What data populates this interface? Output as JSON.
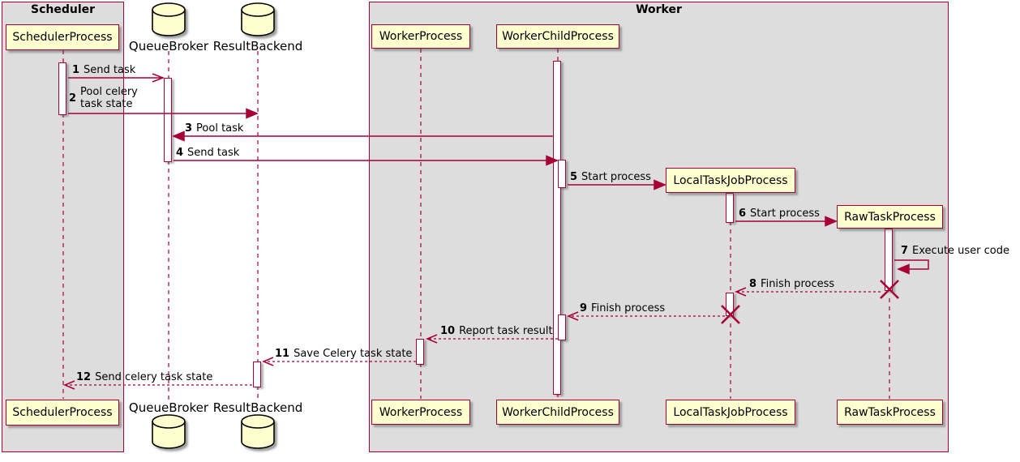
{
  "diagram": {
    "type": "sequence-diagram",
    "frames": [
      {
        "title": "Scheduler"
      },
      {
        "title": "Worker"
      }
    ],
    "participants": [
      {
        "name": "SchedulerProcess",
        "kind": "participant",
        "frame": "Scheduler"
      },
      {
        "name": "QueueBroker",
        "kind": "database",
        "frame": null
      },
      {
        "name": "ResultBackend",
        "kind": "database",
        "frame": null
      },
      {
        "name": "WorkerProcess",
        "kind": "participant",
        "frame": "Worker"
      },
      {
        "name": "WorkerChildProcess",
        "kind": "participant",
        "frame": "Worker"
      },
      {
        "name": "LocalTaskJobProcess",
        "kind": "participant",
        "frame": "Worker",
        "created_during_sequence": true,
        "destroyed": true
      },
      {
        "name": "RawTaskProcess",
        "kind": "participant",
        "frame": "Worker",
        "created_during_sequence": true,
        "destroyed": true
      }
    ],
    "messages": [
      {
        "num": "1",
        "label": "Send task",
        "from": "SchedulerProcess",
        "to": "QueueBroker",
        "line": "solid",
        "head": "open"
      },
      {
        "num": "2",
        "label": "Pool celery\ntask state",
        "from": "SchedulerProcess",
        "to": "ResultBackend",
        "line": "solid",
        "head": "filled"
      },
      {
        "num": "3",
        "label": "Pool task",
        "from": "WorkerChildProcess",
        "to": "QueueBroker",
        "line": "solid",
        "head": "filled"
      },
      {
        "num": "4",
        "label": "Send task",
        "from": "QueueBroker",
        "to": "WorkerChildProcess",
        "line": "solid",
        "head": "filled"
      },
      {
        "num": "5",
        "label": "Start process",
        "from": "WorkerChildProcess",
        "to": "LocalTaskJobProcess",
        "line": "solid",
        "head": "filled"
      },
      {
        "num": "6",
        "label": "Start process",
        "from": "LocalTaskJobProcess",
        "to": "RawTaskProcess",
        "line": "solid",
        "head": "filled"
      },
      {
        "num": "7",
        "label": "Execute user code",
        "from": "RawTaskProcess",
        "to": "RawTaskProcess",
        "line": "solid",
        "head": "filled",
        "self": true
      },
      {
        "num": "8",
        "label": "Finish process",
        "from": "RawTaskProcess",
        "to": "LocalTaskJobProcess",
        "line": "dashed",
        "head": "open"
      },
      {
        "num": "9",
        "label": "Finish process",
        "from": "LocalTaskJobProcess",
        "to": "WorkerChildProcess",
        "line": "dashed",
        "head": "open"
      },
      {
        "num": "10",
        "label": "Report task result",
        "from": "WorkerChildProcess",
        "to": "WorkerProcess",
        "line": "dashed",
        "head": "open"
      },
      {
        "num": "11",
        "label": "Save Celery task state",
        "from": "WorkerProcess",
        "to": "ResultBackend",
        "line": "dashed",
        "head": "open"
      },
      {
        "num": "12",
        "label": "Send celery task state",
        "from": "ResultBackend",
        "to": "SchedulerProcess",
        "line": "dashed",
        "head": "open"
      }
    ],
    "colors": {
      "participant_fill": "#FEFECE",
      "line_and_border": "#A80036",
      "frame_fill": "#DDDDDD",
      "database_stroke": "#000000",
      "text": "#000000",
      "background": "#FFFFFF"
    }
  }
}
